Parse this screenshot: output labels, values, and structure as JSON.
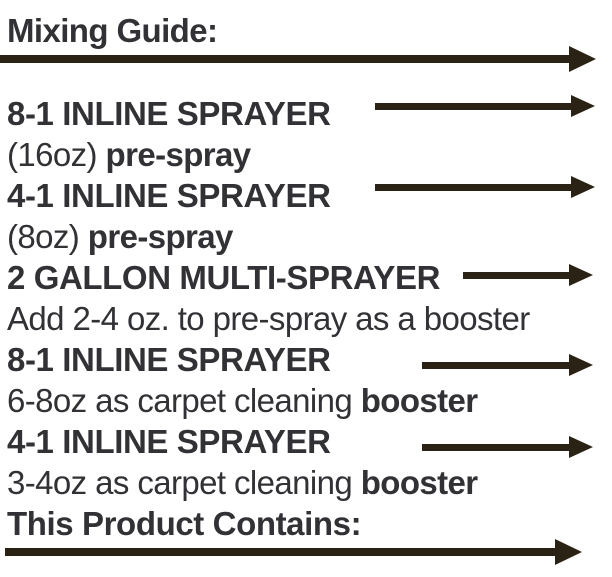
{
  "colors": {
    "background": "#ffffff",
    "text": "#323135",
    "arrow": "#2a2315"
  },
  "title": "Mixing Guide:",
  "contains_heading": "This Product Contains:",
  "rows": [
    {
      "heading": "8-1 INLINE SPRAYER",
      "detail_regular": "(16oz) ",
      "detail_bold": "pre-spray"
    },
    {
      "heading": "4-1 INLINE SPRAYER",
      "detail_regular": "(8oz) ",
      "detail_bold": "pre-spray"
    },
    {
      "heading": "2 GALLON MULTI-SPRAYER",
      "detail_regular": "Add 2-4 oz. to pre-spray as a booster",
      "detail_bold": ""
    },
    {
      "heading": "8-1 INLINE SPRAYER",
      "detail_regular": "6-8oz as carpet cleaning ",
      "detail_bold": "booster"
    },
    {
      "heading": "4-1 INLINE SPRAYER",
      "detail_regular": "3-4oz as carpet cleaning ",
      "detail_bold": "booster"
    }
  ],
  "icons": {
    "full_width_arrow": "right-arrow",
    "inline_arrow": "right-arrow"
  }
}
